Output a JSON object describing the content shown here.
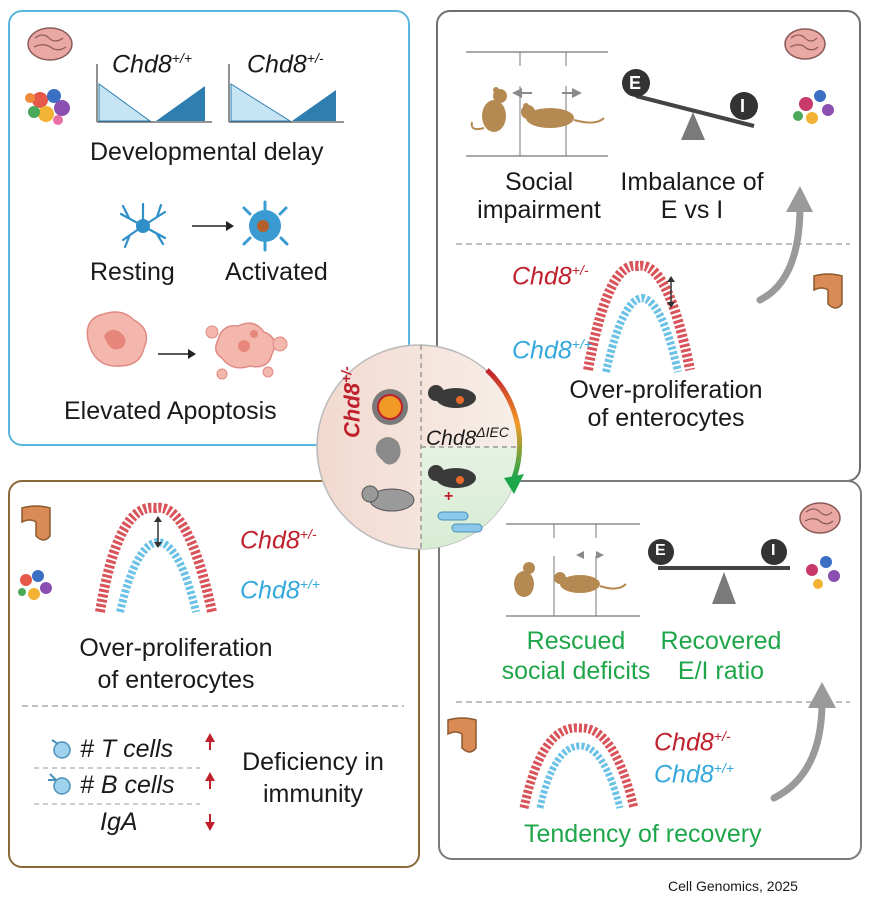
{
  "top_left": {
    "gene_wt": "Chd8",
    "gene_wt_sup": "+/+",
    "gene_het": "Chd8",
    "gene_het_sup": "+/-",
    "developmental_delay": "Developmental delay",
    "resting": "Resting",
    "activated": "Activated",
    "elevated_apoptosis": "Elevated Apoptosis"
  },
  "top_right": {
    "social_line1": "Social",
    "social_line2": "impairment",
    "imbalance_line1": "Imbalance of",
    "imbalance_line2": "E vs I",
    "e_label": "E",
    "i_label": "I",
    "gene_het": "Chd8",
    "gene_het_sup": "+/-",
    "gene_wt": "Chd8",
    "gene_wt_sup": "+/+",
    "overprolif_line1": "Over-proliferation",
    "overprolif_line2": "of enterocytes"
  },
  "center": {
    "left_label": "Chd8",
    "left_label_sup": "+/-",
    "right_label": "Chd8",
    "right_label_sup": "ΔIEC",
    "plus": "+"
  },
  "bottom_left": {
    "gene_het": "Chd8",
    "gene_het_sup": "+/-",
    "gene_wt": "Chd8",
    "gene_wt_sup": "+/+",
    "overprolif_line1": "Over-proliferation",
    "overprolif_line2": "of enterocytes",
    "t_cells": "# T cells",
    "b_cells": "# B cells",
    "iga": "IgA",
    "deficiency_line1": "Deficiency in",
    "deficiency_line2": "immunity"
  },
  "bottom_right": {
    "rescued_line1": "Rescued",
    "rescued_line2": "social deficits",
    "recovered_line1": "Recovered",
    "recovered_line2": "E/I ratio",
    "e_label": "E",
    "i_label": "I",
    "gene_het": "Chd8",
    "gene_het_sup": "+/-",
    "gene_wt": "Chd8",
    "gene_wt_sup": "+/+",
    "tendency": "Tendency of recovery"
  },
  "citation": "Cell Genomics, 2025",
  "colors": {
    "red": "#c0202c",
    "blue": "#35a8dc",
    "green": "#1fa64a",
    "mouse": "#b48a52"
  }
}
